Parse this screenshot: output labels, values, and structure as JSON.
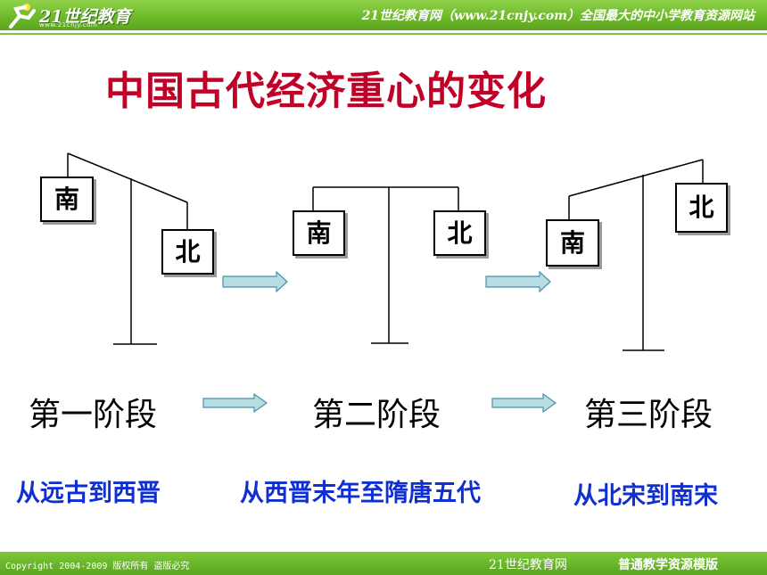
{
  "header": {
    "logo_text": "21世纪教育",
    "logo_sub": "www.21cnjy.com",
    "slogan": "21世纪教育网（www.21cnjy.com）全国最大的中小学教育资源网站"
  },
  "title": "中国古代经济重心的变化",
  "diagram": {
    "scales": [
      {
        "south_label": "南",
        "north_label": "北"
      },
      {
        "south_label": "南",
        "north_label": "北"
      },
      {
        "south_label": "南",
        "north_label": "北"
      }
    ],
    "stages": [
      {
        "name": "第一阶段",
        "period": "从远古到西晋"
      },
      {
        "name": "第二阶段",
        "period": "从西晋末年至隋唐五代"
      },
      {
        "name": "第三阶段",
        "period": "从北宋到南宋"
      }
    ],
    "colors": {
      "title": "#c00026",
      "period": "#0f2fd2",
      "arrow_fill": "#b7dde3",
      "arrow_stroke": "#4a90a8",
      "header": "#6fba2a"
    }
  },
  "footer": {
    "copyright": "Copyright 2004-2009 版权所有 盗版必究",
    "brand": "21世纪教育网",
    "sub": "普通教学资源模版"
  }
}
